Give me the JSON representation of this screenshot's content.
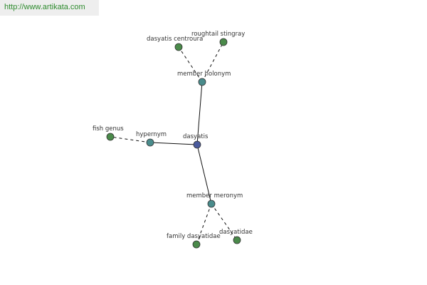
{
  "header": {
    "url": "http://www.artikata.com"
  },
  "colors": {
    "center": "#4a5a9c",
    "relation": "#4a8c8c",
    "leaf": "#4a8a4a",
    "edge": "#111111",
    "link_text": "#2e8b2e"
  },
  "graph": {
    "nodes": [
      {
        "id": "dasyatis",
        "label": "dasyatis",
        "kind": "center"
      },
      {
        "id": "member-holonym",
        "label": "member holonym",
        "kind": "relation"
      },
      {
        "id": "hypernym",
        "label": "hypernym",
        "kind": "relation"
      },
      {
        "id": "member-meronym",
        "label": "member meronym",
        "kind": "relation"
      },
      {
        "id": "dasyatis-centroura",
        "label": "dasyatis centroura",
        "kind": "leaf"
      },
      {
        "id": "roughtail-stingray",
        "label": "roughtail stingray",
        "kind": "leaf"
      },
      {
        "id": "fish-genus",
        "label": "fish genus",
        "kind": "leaf"
      },
      {
        "id": "family-dasyatidae",
        "label": "family dasyatidae",
        "kind": "leaf"
      },
      {
        "id": "dasyatidae",
        "label": "dasyatidae",
        "kind": "leaf"
      }
    ],
    "edges": [
      {
        "from": "dasyatis",
        "to": "member-holonym",
        "style": "solid"
      },
      {
        "from": "dasyatis",
        "to": "hypernym",
        "style": "solid"
      },
      {
        "from": "dasyatis",
        "to": "member-meronym",
        "style": "solid"
      },
      {
        "from": "member-holonym",
        "to": "dasyatis-centroura",
        "style": "dashed"
      },
      {
        "from": "member-holonym",
        "to": "roughtail-stingray",
        "style": "dashed"
      },
      {
        "from": "hypernym",
        "to": "fish-genus",
        "style": "dashed"
      },
      {
        "from": "member-meronym",
        "to": "family-dasyatidae",
        "style": "dashed"
      },
      {
        "from": "member-meronym",
        "to": "dasyatidae",
        "style": "dashed"
      }
    ]
  }
}
